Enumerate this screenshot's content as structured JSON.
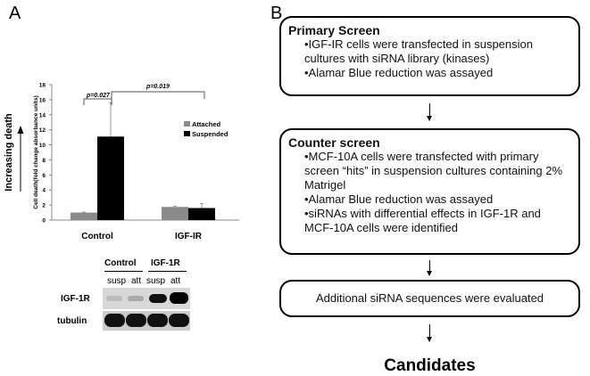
{
  "panel_a_label": "A",
  "panel_b_label": "B",
  "chart_data": {
    "type": "bar",
    "categories": [
      "Control",
      "IGF-IR"
    ],
    "series": [
      {
        "name": "Attached",
        "values": [
          1.0,
          1.75
        ],
        "errors": [
          0.05,
          0.1
        ],
        "color": "#8a8a8a"
      },
      {
        "name": "Suspended",
        "values": [
          11.1,
          1.6
        ],
        "errors": [
          4.5,
          0.6
        ],
        "color": "#000000"
      }
    ],
    "ylabel": "Cell death(fold change absorbance units)",
    "side_label": "Increasing death",
    "ylim": [
      0,
      18
    ],
    "yticks": [
      0,
      2,
      4,
      6,
      8,
      10,
      12,
      14,
      16,
      18
    ],
    "legend_position": "right",
    "annotations": [
      "p=0.027",
      "p=0.019"
    ],
    "grid": false
  },
  "blot": {
    "groups": [
      "Control",
      "IGF-1R"
    ],
    "lanes": [
      "susp",
      "att",
      "susp",
      "att"
    ],
    "rows": [
      "IGF-1R",
      "tubulin"
    ]
  },
  "flow": {
    "box1": {
      "title": "Primary Screen",
      "items": [
        "•IGF-IR cells were transfected in suspension cultures with siRNA library (kinases)",
        "•Alamar Blue reduction was assayed"
      ]
    },
    "box2": {
      "title": "Counter screen",
      "items": [
        "•MCF-10A cells were transfected with primary screen “hits” in suspension cultures containing 2% Matrigel",
        "•Alamar Blue reduction was assayed",
        "•siRNAs with differential effects in IGF-1R and MCF-10A cells were identified"
      ]
    },
    "box3": {
      "text": "Additional siRNA sequences were evaluated"
    },
    "result": "Candidates"
  }
}
